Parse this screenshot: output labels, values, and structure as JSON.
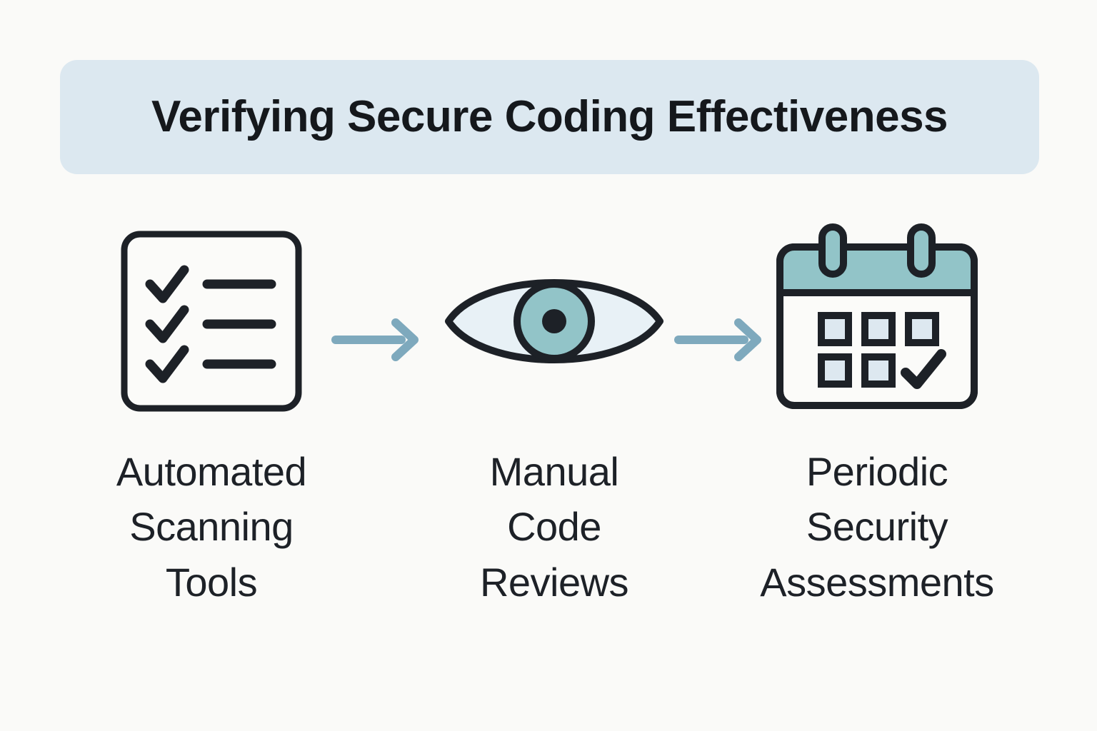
{
  "page": {
    "background_color": "#fafaf8",
    "title": "Verifying Secure Coding Effectiveness",
    "banner_color": "#dce8f0",
    "title_color": "#15181c"
  },
  "theme": {
    "ink": "#1d2127",
    "teal": "#92c4c8",
    "pale_blue": "#dde8f0",
    "sclera": "#e8f1f6",
    "arrow_blue": "#7ea9bd"
  },
  "flow": {
    "steps": [
      {
        "id": "automated-scanning-tools",
        "icon": "checklist-icon",
        "label": "Automated\nScanning\nTools"
      },
      {
        "id": "manual-code-reviews",
        "icon": "eye-icon",
        "label": "Manual\nCode\nReviews"
      },
      {
        "id": "periodic-security-assessments",
        "icon": "calendar-check-icon",
        "label": "Periodic\nSecurity\nAssessments"
      }
    ],
    "connectors": [
      {
        "id": "arrow-1",
        "icon": "arrow-right-icon"
      },
      {
        "id": "arrow-2",
        "icon": "arrow-right-icon"
      }
    ]
  }
}
